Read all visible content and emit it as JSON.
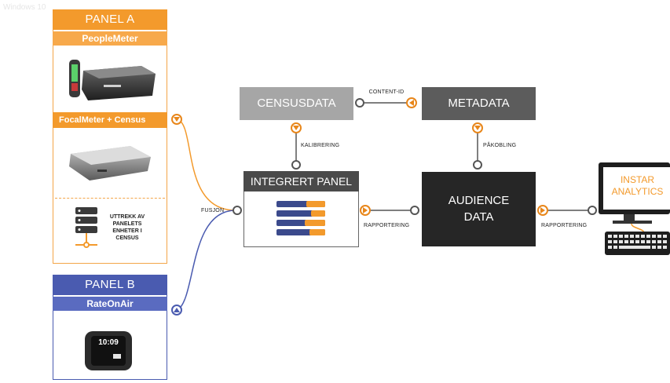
{
  "watermark": "Windows 10",
  "panel_a": {
    "title": "PANEL A",
    "device1": "PeopleMeter",
    "device2": "FocalMeter + Census",
    "census_extract": [
      "UTTREKK AV",
      "PANELETS",
      "ENHETER I",
      "CENSUS"
    ]
  },
  "panel_b": {
    "title": "PANEL B",
    "device": "RateOnAir",
    "clock": "10:09"
  },
  "nodes": {
    "censusdata": "CENSUSDATA",
    "metadata": "METADATA",
    "integrert": "INTEGRERT PANEL",
    "audience_line1": "AUDIENCE",
    "audience_line2": "DATA",
    "instar_line1": "INSTAR",
    "instar_line2": "ANALYTICS"
  },
  "edges": {
    "content_id": "CONTENT-ID",
    "kalibrering": "KALIBRERING",
    "pakobling": "PÅKOBLING",
    "fusjon": "FUSJON",
    "rapportering1": "RAPPORTERING",
    "rapportering2": "RAPPORTERING"
  },
  "colors": {
    "orange": "#f39a2c",
    "blue": "#4a5bb0",
    "grey_light": "#a6a6a6",
    "grey_dark": "#5c5c5c",
    "black": "#262626"
  }
}
